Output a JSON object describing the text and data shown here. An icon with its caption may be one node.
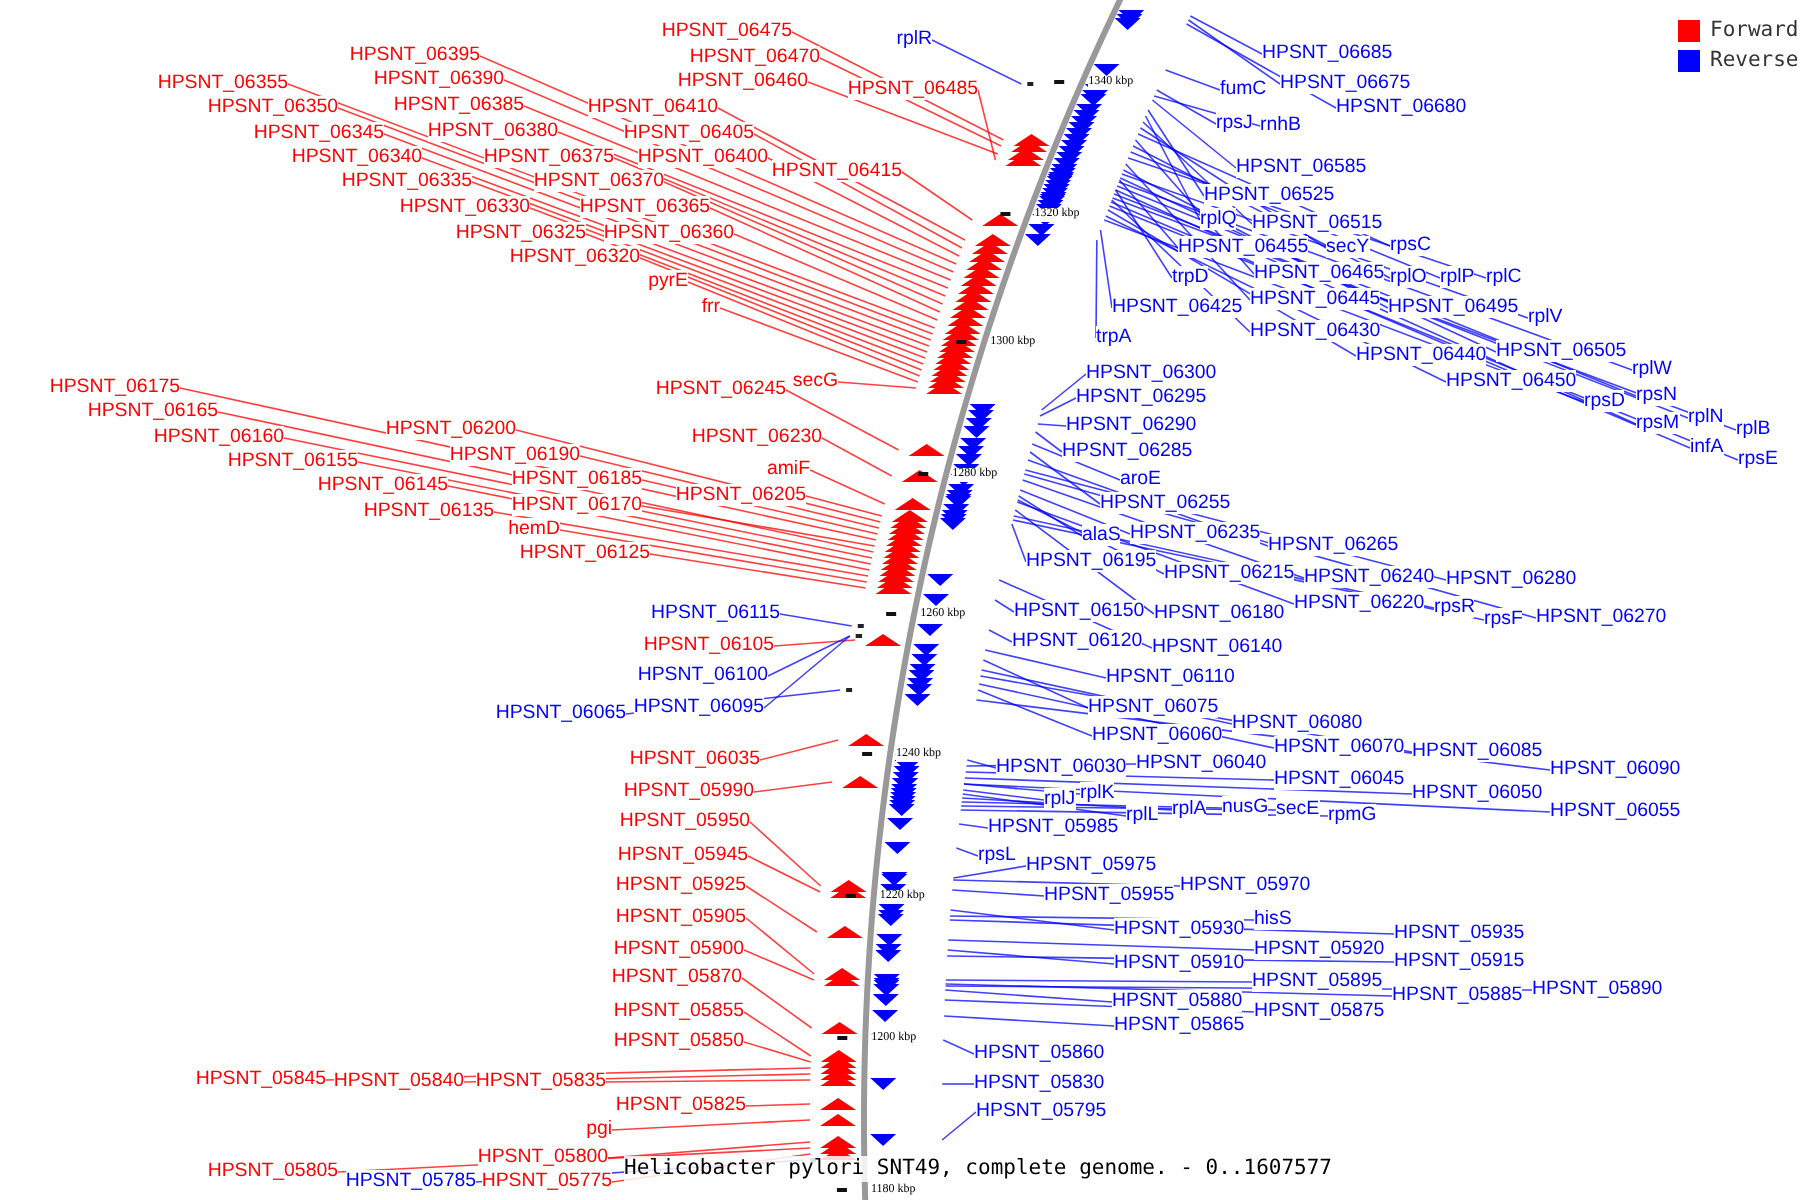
{
  "diagram": {
    "caption": "Helicobacter pylori SNT49, complete genome. - 0..1607577",
    "nodes": [
      {
        "text": [
          "HPSNT_06475"
        ]
      },
      {
        "text": [
          "HPSNT_06470"
        ]
      },
      {
        "text": [
          "HPSNT_06460"
        ]
      },
      {
        "text": [
          "HPSNT_06485"
        ]
      },
      {
        "text": [
          "HPSNT_06395"
        ]
      },
      {
        "text": [
          "HPSNT_06390"
        ]
      },
      {
        "text": [
          "HPSNT_06385"
        ]
      },
      {
        "text": [
          "HPSNT_06380"
        ]
      },
      {
        "text": [
          "HPSNT_06375"
        ]
      },
      {
        "text": [
          "HPSNT_06370"
        ]
      },
      {
        "text": [
          "HPSNT_06365"
        ]
      },
      {
        "text": [
          "HPSNT_06360"
        ]
      },
      {
        "text": [
          "HPSNT_06355"
        ]
      },
      {
        "text": [
          "HPSNT_06350"
        ]
      },
      {
        "text": [
          "HPSNT_06345"
        ]
      },
      {
        "text": [
          "HPSNT_06340"
        ]
      },
      {
        "text": [
          "HPSNT_06335"
        ]
      },
      {
        "text": [
          "HPSNT_06330"
        ]
      },
      {
        "text": [
          "HPSNT_06325"
        ]
      },
      {
        "text": [
          "HPSNT_06320"
        ]
      },
      {
        "text": [
          "HPSNT_06410"
        ]
      },
      {
        "text": [
          "HPSNT_06405"
        ]
      },
      {
        "text": [
          "HPSNT_06400"
        ]
      },
      {
        "text": [
          "HPSNT_06415"
        ]
      },
      {
        "text": [
          "pyrE"
        ]
      },
      {
        "text": [
          "frr"
        ]
      },
      {
        "text": [
          "secG"
        ]
      },
      {
        "text": [
          "HPSNT_06245"
        ]
      },
      {
        "text": [
          "HPSNT_06175"
        ]
      },
      {
        "text": [
          "HPSNT_06165"
        ]
      },
      {
        "text": [
          "HPSNT_06160"
        ]
      },
      {
        "text": [
          "HPSNT_06155"
        ]
      },
      {
        "text": [
          "HPSNT_06145"
        ]
      },
      {
        "text": [
          "HPSNT_06135"
        ]
      },
      {
        "text": [
          "HPSNT_06200"
        ]
      },
      {
        "text": [
          "HPSNT_06190"
        ]
      },
      {
        "text": [
          "HPSNT_06185"
        ]
      },
      {
        "text": [
          "HPSNT_06170"
        ]
      },
      {
        "text": [
          "hemD"
        ]
      },
      {
        "text": [
          "HPSNT_06125"
        ]
      },
      {
        "text": [
          "HPSNT_06230"
        ]
      },
      {
        "text": [
          "amiF"
        ]
      },
      {
        "text": [
          "HPSNT_06205"
        ]
      },
      {
        "text": [
          "HPSNT_06115"
        ]
      },
      {
        "text": [
          "HPSNT_06105"
        ]
      },
      {
        "text": [
          "HPSNT_06100"
        ]
      },
      {
        "text": [
          "HPSNT_06095"
        ]
      },
      {
        "text": [
          "HPSNT_06065"
        ]
      },
      {
        "text": [
          "HPSNT_06035"
        ]
      },
      {
        "text": [
          "HPSNT_05990"
        ]
      },
      {
        "text": [
          "HPSNT_05950"
        ]
      },
      {
        "text": [
          "HPSNT_05945"
        ]
      },
      {
        "text": [
          "HPSNT_05925"
        ]
      },
      {
        "text": [
          "HPSNT_05905"
        ]
      },
      {
        "text": [
          "HPSNT_05900"
        ]
      },
      {
        "text": [
          "HPSNT_05870"
        ]
      },
      {
        "text": [
          "HPSNT_05855"
        ]
      },
      {
        "text": [
          "HPSNT_05850"
        ]
      },
      {
        "text": [
          "HPSNT_05845"
        ]
      },
      {
        "text": [
          "HPSNT_05840"
        ]
      },
      {
        "text": [
          "HPSNT_05835"
        ]
      },
      {
        "text": [
          "HPSNT_05825"
        ]
      },
      {
        "text": [
          "pgi"
        ]
      },
      {
        "text": [
          "HPSNT_05800"
        ]
      },
      {
        "text": [
          "HPSNT_05805"
        ]
      },
      {
        "text": [
          "HPSNT_05785"
        ]
      },
      {
        "text": [
          "HPSNT_05775"
        ]
      },
      {
        "text": [
          "rplR"
        ]
      },
      {
        "text": [
          "HPSNT_06685"
        ]
      },
      {
        "text": [
          "HPSNT_06675"
        ]
      },
      {
        "text": [
          "HPSNT_06680"
        ]
      },
      {
        "text": [
          "fumC"
        ]
      },
      {
        "text": [
          "rpsJ"
        ]
      },
      {
        "text": [
          "rnhB"
        ]
      },
      {
        "text": [
          "HPSNT_06585"
        ]
      },
      {
        "text": [
          "HPSNT_06525"
        ]
      },
      {
        "text": [
          "rplQ"
        ]
      },
      {
        "text": [
          "HPSNT_06515"
        ]
      },
      {
        "text": [
          "HPSNT_06455"
        ]
      },
      {
        "text": [
          "secY"
        ]
      },
      {
        "text": [
          "rpsC"
        ]
      },
      {
        "text": [
          "HPSNT_06465"
        ]
      },
      {
        "text": [
          "rplO"
        ]
      },
      {
        "text": [
          "rplP"
        ]
      },
      {
        "text": [
          "rplC"
        ]
      },
      {
        "text": [
          "trpD"
        ]
      },
      {
        "text": [
          "HPSNT_06445"
        ]
      },
      {
        "text": [
          "HPSNT_06495"
        ]
      },
      {
        "text": [
          "rplV"
        ]
      },
      {
        "text": [
          "HPSNT_06425"
        ]
      },
      {
        "text": [
          "trpA"
        ]
      },
      {
        "text": [
          "HPSNT_06430"
        ]
      },
      {
        "text": [
          "HPSNT_06440"
        ]
      },
      {
        "text": [
          "HPSNT_06505"
        ]
      },
      {
        "text": [
          "rplW"
        ]
      },
      {
        "text": [
          "HPSNT_06450"
        ]
      },
      {
        "text": [
          "rpsN"
        ]
      },
      {
        "text": [
          "rpsD"
        ]
      },
      {
        "text": [
          "rpsM"
        ]
      },
      {
        "text": [
          "rplN"
        ]
      },
      {
        "text": [
          "rplB"
        ]
      },
      {
        "text": [
          "infA"
        ]
      },
      {
        "text": [
          "rpsE"
        ]
      },
      {
        "text": [
          "HPSNT_06300"
        ]
      },
      {
        "text": [
          "HPSNT_06295"
        ]
      },
      {
        "text": [
          "HPSNT_06290"
        ]
      },
      {
        "text": [
          "HPSNT_06285"
        ]
      },
      {
        "text": [
          "aroE"
        ]
      },
      {
        "text": [
          "HPSNT_06255"
        ]
      },
      {
        "text": [
          "alaS"
        ]
      },
      {
        "text": [
          "HPSNT_06235"
        ]
      },
      {
        "text": [
          "HPSNT_06265"
        ]
      },
      {
        "text": [
          "HPSNT_06195"
        ]
      },
      {
        "text": [
          "HPSNT_06215"
        ]
      },
      {
        "text": [
          "HPSNT_06240"
        ]
      },
      {
        "text": [
          "HPSNT_06280"
        ]
      },
      {
        "text": [
          "HPSNT_06150"
        ]
      },
      {
        "text": [
          "HPSNT_06180"
        ]
      },
      {
        "text": [
          "HPSNT_06220"
        ]
      },
      {
        "text": [
          "rpsR"
        ]
      },
      {
        "text": [
          "rpsF"
        ]
      },
      {
        "text": [
          "HPSNT_06270"
        ]
      },
      {
        "text": [
          "HPSNT_06120"
        ]
      },
      {
        "text": [
          "HPSNT_06140"
        ]
      },
      {
        "text": [
          "HPSNT_06110"
        ]
      },
      {
        "text": [
          "HPSNT_06075"
        ]
      },
      {
        "text": [
          "HPSNT_06080"
        ]
      },
      {
        "text": [
          "HPSNT_06060"
        ]
      },
      {
        "text": [
          "HPSNT_06070"
        ]
      },
      {
        "text": [
          "HPSNT_06085"
        ]
      },
      {
        "text": [
          "HPSNT_06090"
        ]
      },
      {
        "text": [
          "HPSNT_06030"
        ]
      },
      {
        "text": [
          "HPSNT_06040"
        ]
      },
      {
        "text": [
          "HPSNT_06045"
        ]
      },
      {
        "text": [
          "HPSNT_06050"
        ]
      },
      {
        "text": [
          "HPSNT_06055"
        ]
      },
      {
        "text": [
          "rplJ"
        ]
      },
      {
        "text": [
          "rplK"
        ]
      },
      {
        "text": [
          "rplL"
        ]
      },
      {
        "text": [
          "rplA"
        ]
      },
      {
        "text": [
          "nusG"
        ]
      },
      {
        "text": [
          "secE"
        ]
      },
      {
        "text": [
          "rpmG"
        ]
      },
      {
        "text": [
          "HPSNT_05985"
        ]
      },
      {
        "text": [
          "rpsL"
        ]
      },
      {
        "text": [
          "HPSNT_05975"
        ]
      },
      {
        "text": [
          "HPSNT_05970"
        ]
      },
      {
        "text": [
          "HPSNT_05955"
        ]
      },
      {
        "text": [
          "HPSNT_05930"
        ]
      },
      {
        "text": [
          "hisS"
        ]
      },
      {
        "text": [
          "HPSNT_05935"
        ]
      },
      {
        "text": [
          "HPSNT_05920"
        ]
      },
      {
        "text": [
          "HPSNT_05910"
        ]
      },
      {
        "text": [
          "HPSNT_05915"
        ]
      },
      {
        "text": [
          "HPSNT_05895"
        ]
      },
      {
        "text": [
          "HPSNT_05880"
        ]
      },
      {
        "text": [
          "HPSNT_05885"
        ]
      },
      {
        "text": [
          "HPSNT_05890"
        ]
      },
      {
        "text": [
          "HPSNT_05875"
        ]
      },
      {
        "text": [
          "HPSNT_05865"
        ]
      },
      {
        "text": [
          "HPSNT_05860"
        ]
      },
      {
        "text": [
          "HPSNT_05830"
        ]
      },
      {
        "text": [
          "HPSNT_05795"
        ]
      }
    ],
    "edges": [
      {
        "from": 0,
        "to": null,
        "arrow": "none",
        "color": "#ff0000"
      },
      {
        "from": 1,
        "to": null,
        "arrow": "none",
        "color": "#ff0000"
      },
      {
        "from": 2,
        "to": null,
        "arrow": "none",
        "color": "#ff0000"
      },
      {
        "from": 3,
        "to": null,
        "arrow": "none",
        "color": "#ff0000"
      },
      {
        "from": 4,
        "to": null,
        "arrow": "none",
        "color": "#ff0000"
      },
      {
        "from": 5,
        "to": null,
        "arrow": "none",
        "color": "#ff0000"
      },
      {
        "from": 6,
        "to": null,
        "arrow": "none",
        "color": "#ff0000"
      },
      {
        "from": 7,
        "to": null,
        "arrow": "none",
        "color": "#ff0000"
      },
      {
        "from": 8,
        "to": null,
        "arrow": "none",
        "color": "#ff0000"
      },
      {
        "from": 9,
        "to": null,
        "arrow": "none",
        "color": "#ff0000"
      },
      {
        "from": 10,
        "to": null,
        "arrow": "none",
        "color": "#ff0000"
      },
      {
        "from": 11,
        "to": null,
        "arrow": "none",
        "color": "#ff0000"
      },
      {
        "from": 12,
        "to": null,
        "arrow": "none",
        "color": "#ff0000"
      },
      {
        "from": 13,
        "to": null,
        "arrow": "none",
        "color": "#ff0000"
      },
      {
        "from": 14,
        "to": null,
        "arrow": "none",
        "color": "#ff0000"
      },
      {
        "from": 15,
        "to": null,
        "arrow": "none",
        "color": "#ff0000"
      },
      {
        "from": 16,
        "to": null,
        "arrow": "none",
        "color": "#ff0000"
      },
      {
        "from": 17,
        "to": null,
        "arrow": "none",
        "color": "#ff0000"
      },
      {
        "from": 18,
        "to": null,
        "arrow": "none",
        "color": "#ff0000"
      },
      {
        "from": 19,
        "to": null,
        "arrow": "none",
        "color": "#ff0000"
      },
      {
        "from": 20,
        "to": null,
        "arrow": "none",
        "color": "#ff0000"
      },
      {
        "from": 21,
        "to": null,
        "arrow": "none",
        "color": "#ff0000"
      },
      {
        "from": 22,
        "to": null,
        "arrow": "none",
        "color": "#ff0000"
      },
      {
        "from": 23,
        "to": null,
        "arrow": "none",
        "color": "#ff0000"
      },
      {
        "from": 24,
        "to": null,
        "arrow": "none",
        "color": "#ff0000"
      },
      {
        "from": 25,
        "to": null,
        "arrow": "none",
        "color": "#ff0000"
      },
      {
        "from": 26,
        "to": null,
        "arrow": "none",
        "color": "#ff0000"
      },
      {
        "from": 27,
        "to": null,
        "arrow": "none",
        "color": "#ff0000"
      },
      {
        "from": 28,
        "to": null,
        "arrow": "none",
        "color": "#ff0000"
      },
      {
        "from": 29,
        "to": null,
        "arrow": "none",
        "color": "#ff0000"
      },
      {
        "from": 30,
        "to": null,
        "arrow": "none",
        "color": "#ff0000"
      },
      {
        "from": 31,
        "to": null,
        "arrow": "none",
        "color": "#ff0000"
      },
      {
        "from": 32,
        "to": null,
        "arrow": "none",
        "color": "#ff0000"
      },
      {
        "from": 33,
        "to": null,
        "arrow": "none",
        "color": "#ff0000"
      },
      {
        "from": 34,
        "to": null,
        "arrow": "none",
        "color": "#ff0000"
      },
      {
        "from": 35,
        "to": null,
        "arrow": "none",
        "color": "#ff0000"
      },
      {
        "from": 36,
        "to": null,
        "arrow": "none",
        "color": "#ff0000"
      },
      {
        "from": 37,
        "to": null,
        "arrow": "none",
        "color": "#ff0000"
      },
      {
        "from": 38,
        "to": null,
        "arrow": "none",
        "color": "#ff0000"
      },
      {
        "from": 39,
        "to": null,
        "arrow": "none",
        "color": "#ff0000"
      },
      {
        "from": 40,
        "to": null,
        "arrow": "none",
        "color": "#ff0000"
      },
      {
        "from": 41,
        "to": null,
        "arrow": "none",
        "color": "#ff0000"
      },
      {
        "from": 42,
        "to": null,
        "arrow": "none",
        "color": "#ff0000"
      },
      {
        "from": 43,
        "to": null,
        "arrow": "none"
      },
      {
        "from": 44,
        "to": null,
        "arrow": "none",
        "color": "#ff0000"
      },
      {
        "from": 45,
        "to": null,
        "arrow": "none"
      },
      {
        "from": 46,
        "to": null,
        "arrow": "none"
      },
      {
        "from": 47,
        "to": null,
        "arrow": "none"
      },
      {
        "from": 48,
        "to": null,
        "arrow": "none",
        "color": "#ff0000"
      },
      {
        "from": 49,
        "to": null,
        "arrow": "none",
        "color": "#ff0000"
      },
      {
        "from": 50,
        "to": null,
        "arrow": "none",
        "color": "#ff0000"
      },
      {
        "from": 51,
        "to": null,
        "arrow": "none",
        "color": "#ff0000"
      },
      {
        "from": 52,
        "to": null,
        "arrow": "none",
        "color": "#ff0000"
      },
      {
        "from": 53,
        "to": null,
        "arrow": "none",
        "color": "#ff0000"
      },
      {
        "from": 54,
        "to": null,
        "arrow": "none",
        "color": "#ff0000"
      },
      {
        "from": 55,
        "to": null,
        "arrow": "none",
        "color": "#ff0000"
      },
      {
        "from": 56,
        "to": null,
        "arrow": "none",
        "color": "#ff0000"
      },
      {
        "from": 57,
        "to": null,
        "arrow": "none",
        "color": "#ff0000"
      },
      {
        "from": 58,
        "to": null,
        "arrow": "none",
        "color": "#ff0000"
      },
      {
        "from": 59,
        "to": null,
        "arrow": "none",
        "color": "#ff0000"
      },
      {
        "from": 60,
        "to": null,
        "arrow": "none",
        "color": "#ff0000"
      },
      {
        "from": 61,
        "to": null,
        "arrow": "none",
        "color": "#ff0000"
      },
      {
        "from": 62,
        "to": null,
        "arrow": "none",
        "color": "#ff0000"
      },
      {
        "from": 63,
        "to": null,
        "arrow": "none",
        "color": "#ff0000"
      },
      {
        "from": 64,
        "to": null,
        "arrow": "none",
        "color": "#ff0000"
      },
      {
        "from": 65,
        "to": null,
        "arrow": "none"
      },
      {
        "from": 66,
        "to": null,
        "arrow": "none",
        "color": "#ff0000"
      },
      {
        "from": 67,
        "to": null,
        "arrow": "none"
      },
      {
        "from": 68,
        "to": null,
        "arrow": "none"
      },
      {
        "from": 69,
        "to": null,
        "arrow": "none"
      },
      {
        "from": 70,
        "to": null,
        "arrow": "none"
      },
      {
        "from": 71,
        "to": null,
        "arrow": "none"
      },
      {
        "from": 72,
        "to": null,
        "arrow": "none"
      },
      {
        "from": 73,
        "to": null,
        "arrow": "none"
      },
      {
        "from": 74,
        "to": null,
        "arrow": "none"
      },
      {
        "from": 75,
        "to": null,
        "arrow": "none"
      },
      {
        "from": 76,
        "to": null,
        "arrow": "none"
      },
      {
        "from": 77,
        "to": null,
        "arrow": "none"
      },
      {
        "from": 78,
        "to": null,
        "arrow": "none"
      },
      {
        "from": 79,
        "to": null,
        "arrow": "none"
      },
      {
        "from": 80,
        "to": null,
        "arrow": "none"
      },
      {
        "from": 81,
        "to": null,
        "arrow": "none"
      },
      {
        "from": 82,
        "to": null,
        "arrow": "none"
      },
      {
        "from": 83,
        "to": null,
        "arrow": "none"
      },
      {
        "from": 84,
        "to": null,
        "arrow": "none"
      },
      {
        "from": 85,
        "to": null,
        "arrow": "none"
      },
      {
        "from": 86,
        "to": null,
        "arrow": "none"
      },
      {
        "from": 87,
        "to": null,
        "arrow": "none"
      },
      {
        "from": 88,
        "to": null,
        "arrow": "none"
      },
      {
        "from": 89,
        "to": null,
        "arrow": "none"
      },
      {
        "from": 90,
        "to": null,
        "arrow": "none"
      },
      {
        "from": 91,
        "to": null,
        "arrow": "none"
      },
      {
        "from": 92,
        "to": null,
        "arrow": "none"
      },
      {
        "from": 93,
        "to": null,
        "arrow": "none"
      },
      {
        "from": 94,
        "to": null,
        "arrow": "none"
      },
      {
        "from": 95,
        "to": null,
        "arrow": "none"
      },
      {
        "from": 96,
        "to": null,
        "arrow": "none"
      },
      {
        "from": 97,
        "to": null,
        "arrow": "none"
      },
      {
        "from": 98,
        "to": null,
        "arrow": "none"
      },
      {
        "from": 99,
        "to": null,
        "arrow": "none"
      },
      {
        "from": 100,
        "to": null,
        "arrow": "none"
      },
      {
        "from": 101,
        "to": null,
        "arrow": "none"
      },
      {
        "from": 102,
        "to": null,
        "arrow": "none"
      },
      {
        "from": 103,
        "to": null,
        "arrow": "none"
      },
      {
        "from": 104,
        "to": null,
        "arrow": "none"
      },
      {
        "from": 105,
        "to": null,
        "arrow": "none"
      },
      {
        "from": 106,
        "to": null,
        "arrow": "none"
      },
      {
        "from": 107,
        "to": null,
        "arrow": "none"
      },
      {
        "from": 108,
        "to": null,
        "arrow": "none"
      },
      {
        "from": 109,
        "to": null,
        "arrow": "none"
      },
      {
        "from": 110,
        "to": null,
        "arrow": "none"
      },
      {
        "from": 111,
        "to": null,
        "arrow": "none"
      },
      {
        "from": 112,
        "to": null,
        "arrow": "none"
      },
      {
        "from": 113,
        "to": null,
        "arrow": "none"
      },
      {
        "from": 114,
        "to": null,
        "arrow": "none"
      },
      {
        "from": 115,
        "to": null,
        "arrow": "none"
      },
      {
        "from": 116,
        "to": null,
        "arrow": "none"
      },
      {
        "from": 117,
        "to": null,
        "arrow": "none"
      },
      {
        "from": 118,
        "to": null,
        "arrow": "none"
      },
      {
        "from": 119,
        "to": null,
        "arrow": "none"
      },
      {
        "from": 120,
        "to": null,
        "arrow": "none"
      },
      {
        "from": 121,
        "to": null,
        "arrow": "none"
      },
      {
        "from": 122,
        "to": null,
        "arrow": "none"
      },
      {
        "from": 123,
        "to": null,
        "arrow": "none"
      },
      {
        "from": 124,
        "to": null,
        "arrow": "none"
      },
      {
        "from": 125,
        "to": null,
        "arrow": "none"
      },
      {
        "from": 126,
        "to": null,
        "arrow": "none"
      },
      {
        "from": 127,
        "to": null,
        "arrow": "none"
      },
      {
        "from": 128,
        "to": null,
        "arrow": "none"
      },
      {
        "from": 129,
        "to": null,
        "arrow": "none"
      },
      {
        "from": 130,
        "to": null,
        "arrow": "none"
      },
      {
        "from": 131,
        "to": null,
        "arrow": "none"
      },
      {
        "from": 132,
        "to": null,
        "arrow": "none"
      },
      {
        "from": 133,
        "to": null,
        "arrow": "none"
      },
      {
        "from": 134,
        "to": null,
        "arrow": "none"
      },
      {
        "from": 135,
        "to": null,
        "arrow": "none"
      },
      {
        "from": 136,
        "to": null,
        "arrow": "none"
      },
      {
        "from": 137,
        "to": null,
        "arrow": "none"
      },
      {
        "from": 138,
        "to": null,
        "arrow": "none"
      },
      {
        "from": 139,
        "to": null,
        "arrow": "none"
      },
      {
        "from": 140,
        "to": null,
        "arrow": "none"
      },
      {
        "from": 141,
        "to": null,
        "arrow": "none"
      },
      {
        "from": 142,
        "to": null,
        "arrow": "none"
      },
      {
        "from": 143,
        "to": null,
        "arrow": "none"
      },
      {
        "from": 144,
        "to": null,
        "arrow": "none"
      },
      {
        "from": 145,
        "to": null,
        "arrow": "none"
      },
      {
        "from": 146,
        "to": null,
        "arrow": "none"
      },
      {
        "from": 147,
        "to": null,
        "arrow": "none"
      },
      {
        "from": 148,
        "to": null,
        "arrow": "none"
      },
      {
        "from": 149,
        "to": null,
        "arrow": "none"
      },
      {
        "from": 150,
        "to": null,
        "arrow": "none"
      },
      {
        "from": 151,
        "to": null,
        "arrow": "none"
      },
      {
        "from": 152,
        "to": null,
        "arrow": "none"
      },
      {
        "from": 153,
        "to": null,
        "arrow": "none"
      },
      {
        "from": 154,
        "to": null,
        "arrow": "none"
      },
      {
        "from": 155,
        "to": null,
        "arrow": "none"
      },
      {
        "from": 156,
        "to": null,
        "arrow": "none"
      },
      {
        "from": 157,
        "to": null,
        "arrow": "none"
      },
      {
        "from": 158,
        "to": null,
        "arrow": "none"
      },
      {
        "from": 159,
        "to": null,
        "arrow": "none"
      },
      {
        "from": 160,
        "to": null,
        "arrow": "none"
      },
      {
        "from": 161,
        "to": null,
        "arrow": "none"
      },
      {
        "from": 162,
        "to": null,
        "arrow": "none"
      }
    ],
    "labels": [
      "1340 kbp",
      "1320 kbp",
      "1300 kbp",
      "1280 kbp",
      "1260 kbp",
      "1240 kbp",
      "1220 kbp",
      "1200 kbp",
      "1180 kbp"
    ],
    "legend": [
      {
        "text": "Forward",
        "color": "#ff0000"
      },
      {
        "text": "Reverse",
        "color": "#0000ff"
      }
    ]
  }
}
